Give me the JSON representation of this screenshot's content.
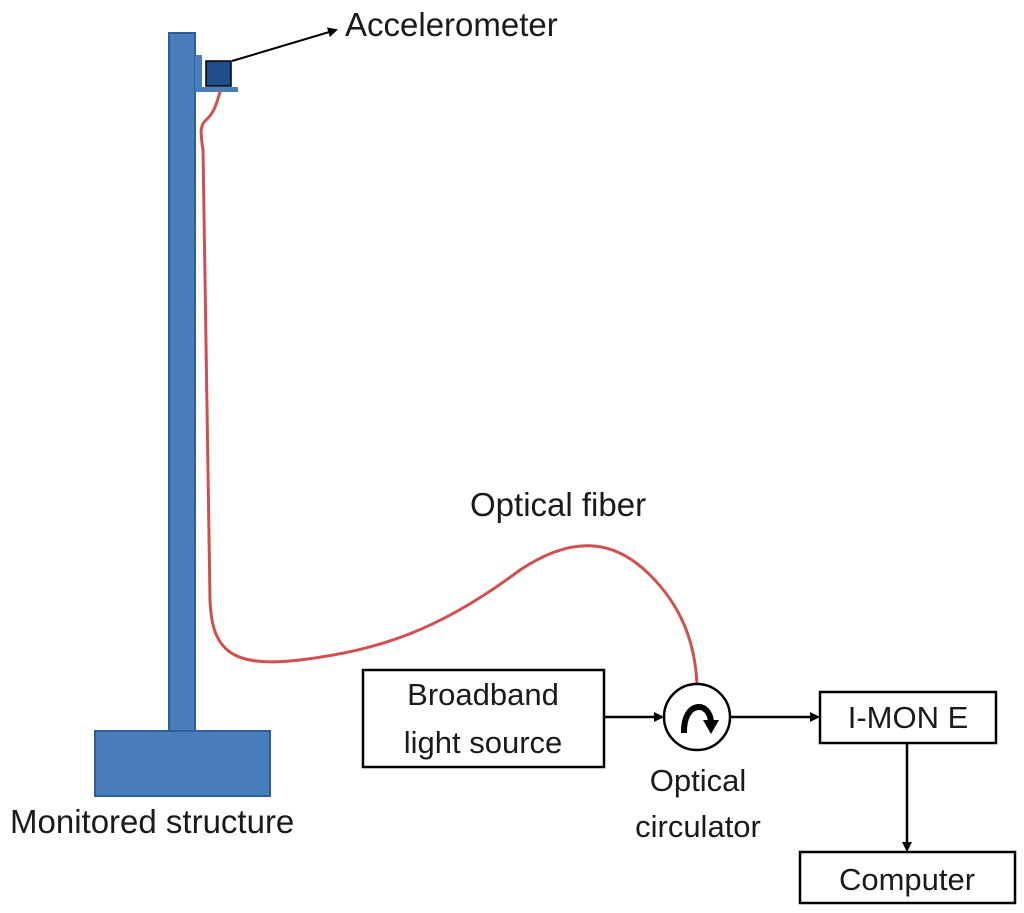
{
  "labels": {
    "accelerometer": "Accelerometer",
    "optical_fiber": "Optical fiber",
    "monitored_structure": "Monitored structure",
    "broadband_line1": "Broadband",
    "broadband_line2": "light source",
    "circulator_line1": "Optical",
    "circulator_line2": "circulator",
    "imon": "I-MON E",
    "computer": "Computer"
  },
  "colors": {
    "structure": "#4a7ebb",
    "structure_edge": "#2f5f9a",
    "accelerometer": "#1f4e8c",
    "fiber": "#d05050",
    "line": "#000000"
  }
}
